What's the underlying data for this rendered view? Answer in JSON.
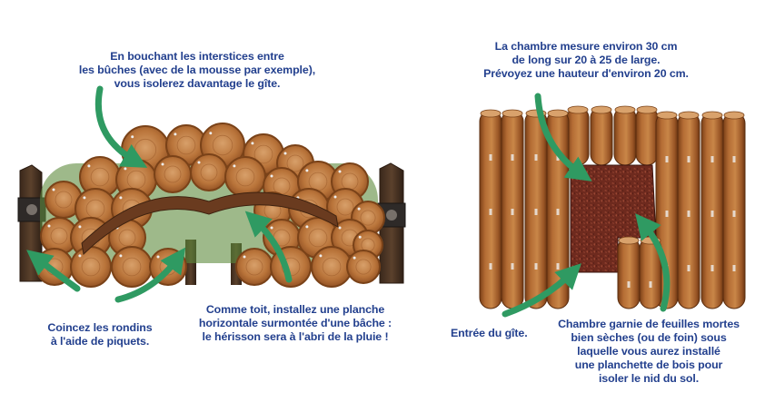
{
  "colors": {
    "text": "#23408e",
    "arrow": "#2f9a62",
    "log_end": "#b9743a",
    "log_bark": "#8a4a1f",
    "post": "#4a3423",
    "leaves": "#7a2f22"
  },
  "captions": {
    "interstices": {
      "lines": [
        "En bouchant les interstices entre",
        "les bûches (avec de la mousse par exemple),",
        "vous isolerez davantage le gîte."
      ]
    },
    "piquets": {
      "lines": [
        "Coincez les rondins",
        "à l'aide de piquets."
      ]
    },
    "toit": {
      "lines": [
        "Comme toit, installez une planche",
        "horizontale surmontée d'une bâche :",
        "le hérisson sera à l'abri de la pluie !"
      ]
    },
    "chambre_mesure": {
      "lines": [
        "La chambre mesure environ 30 cm",
        "de long sur 20 à 25 de large.",
        "Prévoyez une hauteur d'environ 20 cm."
      ]
    },
    "entree": {
      "lines": [
        "Entrée du gîte."
      ]
    },
    "chambre_garnie": {
      "lines": [
        "Chambre garnie de feuilles mortes",
        "bien sèches (ou de foin) sous",
        "laquelle vous aurez installé",
        "une planchette de bois pour",
        "isoler le nid du sol."
      ]
    }
  },
  "icons": [
    "curved-arrow-icon",
    "wooden-post-icon",
    "log-end-icon",
    "upright-log-icon"
  ]
}
